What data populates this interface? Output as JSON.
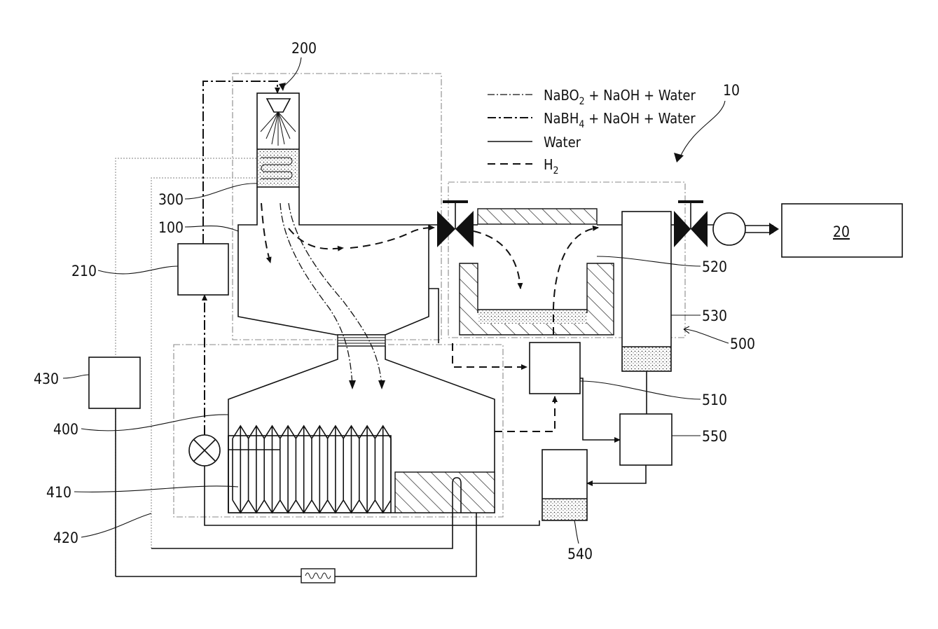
{
  "legend": {
    "borate": "NaBO",
    "borate_sub": "2",
    "borate_rest": " + NaOH + Water",
    "borohydride": "NaBH",
    "borohydride_sub": "4",
    "borohydride_rest": " + NaOH + Water",
    "water": "Water",
    "hydrogen": "H",
    "hydrogen_sub": "2"
  },
  "labels": {
    "l200": "200",
    "l10": "10",
    "l300": "300",
    "l100": "100",
    "l210": "210",
    "l520": "520",
    "l530": "530",
    "l500": "500",
    "l430": "430",
    "l510": "510",
    "l400": "400",
    "l550": "550",
    "l410": "410",
    "l420": "420",
    "l540": "540",
    "l20": "20"
  }
}
